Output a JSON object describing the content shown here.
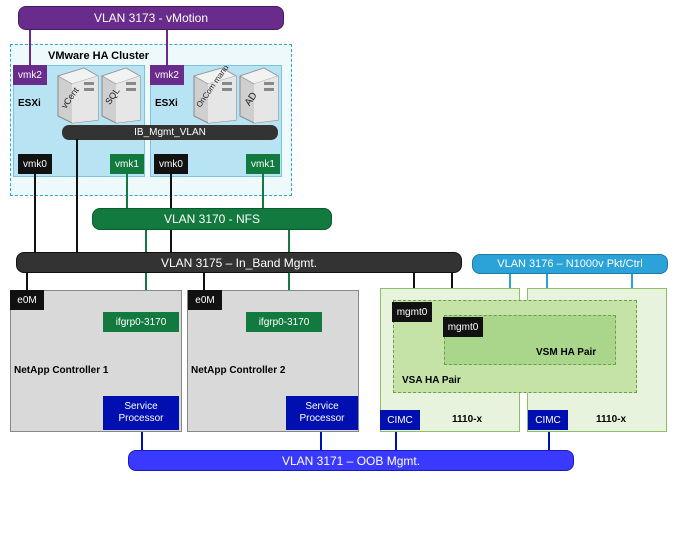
{
  "vlans": {
    "vmotion": "VLAN 3173 - vMotion",
    "nfs": "VLAN 3170 - NFS",
    "inband": "VLAN 3175 – In_Band Mgmt.",
    "n1000v": "VLAN 3176 – N1000v Pkt/Ctrl",
    "oob": "VLAN 3171 – OOB Mgmt."
  },
  "cluster": {
    "title": "VMware HA Cluster",
    "ib_mgmt_vlan": "IB_Mgmt_VLAN",
    "hosts": [
      {
        "vmk2": "vmk2",
        "esxi": "ESXi",
        "vmk0": "vmk0",
        "vmk1": "vmk1",
        "servers": [
          "vCent",
          "SQL"
        ]
      },
      {
        "vmk2": "vmk2",
        "esxi": "ESXi",
        "vmk0": "vmk0",
        "vmk1": "vmk1",
        "servers": [
          "OnCom mand",
          "AD"
        ]
      }
    ]
  },
  "controllers": [
    {
      "e0m": "e0M",
      "ifgrp": "ifgrp0-3170",
      "name": "NetApp Controller 1",
      "sp": "Service Processor"
    },
    {
      "e0m": "e0M",
      "ifgrp": "ifgrp0-3170",
      "name": "NetApp Controller 2",
      "sp": "Service Processor"
    }
  ],
  "appliances": {
    "units": [
      {
        "mgmt": "mgmt0",
        "cimc": "CIMC",
        "name": "1110-x"
      },
      {
        "mgmt": "mgmt0",
        "cimc": "CIMC",
        "name": "1110-x"
      }
    ],
    "vsa": "VSA HA Pair",
    "vsm": "VSM HA Pair"
  },
  "colors": {
    "purple": "#6a2c8c",
    "green": "#127a3e",
    "dark": "#333333",
    "blue_light": "#2ba3d9",
    "blue_oob": "#3a3aff",
    "navy": "#0010b0",
    "sky": "#b7e3f2",
    "controller": "#d9d9d9",
    "appliance_bg": "#e8f3de",
    "appliance_mid": "#c5e3a6",
    "appliance_inner": "#a9d68a"
  }
}
